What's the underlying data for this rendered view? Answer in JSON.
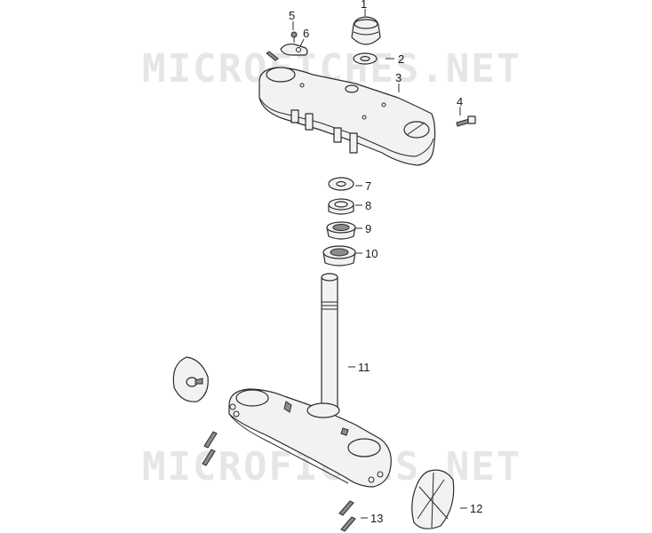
{
  "watermark": {
    "text_top": "MICROFICHES.NET",
    "text_bottom": "MICROFICHES.NET"
  },
  "callouts": [
    {
      "id": "1",
      "text": "1"
    },
    {
      "id": "2",
      "text": "2"
    },
    {
      "id": "3",
      "text": "3"
    },
    {
      "id": "4",
      "text": "4"
    },
    {
      "id": "5",
      "text": "5"
    },
    {
      "id": "6",
      "text": "6"
    },
    {
      "id": "7",
      "text": "7"
    },
    {
      "id": "8",
      "text": "8"
    },
    {
      "id": "9",
      "text": "9"
    },
    {
      "id": "10",
      "text": "10"
    },
    {
      "id": "11",
      "text": "11"
    },
    {
      "id": "12",
      "text": "12"
    },
    {
      "id": "13",
      "text": "13"
    }
  ]
}
